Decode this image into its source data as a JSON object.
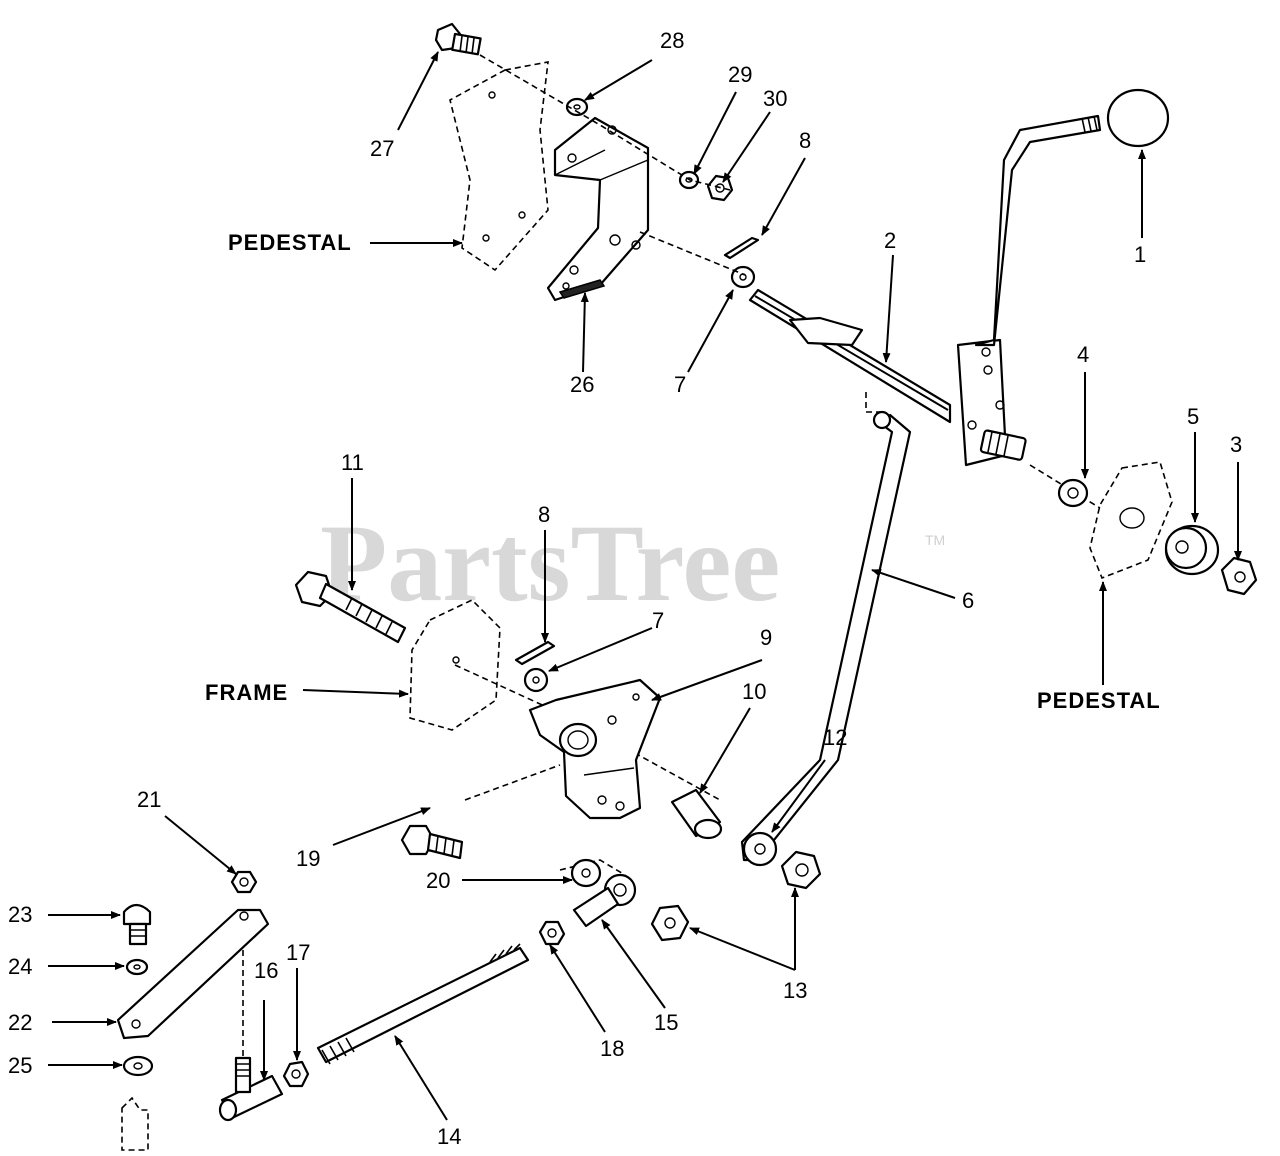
{
  "watermark": {
    "text": "PartsTree",
    "trademark": "TM"
  },
  "labels": {
    "pedestal_top": "PEDESTAL",
    "pedestal_right": "PEDESTAL",
    "frame": "FRAME"
  },
  "callouts": {
    "n1": "1",
    "n2": "2",
    "n3": "3",
    "n4": "4",
    "n5": "5",
    "n6": "6",
    "n7a": "7",
    "n7b": "7",
    "n8a": "8",
    "n8b": "8",
    "n9": "9",
    "n10": "10",
    "n11": "11",
    "n12": "12",
    "n13": "13",
    "n14": "14",
    "n15": "15",
    "n16": "16",
    "n17": "17",
    "n18": "18",
    "n19": "19",
    "n20": "20",
    "n21": "21",
    "n22": "22",
    "n23": "23",
    "n24": "24",
    "n25": "25",
    "n26": "26",
    "n27": "27",
    "n28": "28",
    "n29": "29",
    "n30": "30"
  }
}
